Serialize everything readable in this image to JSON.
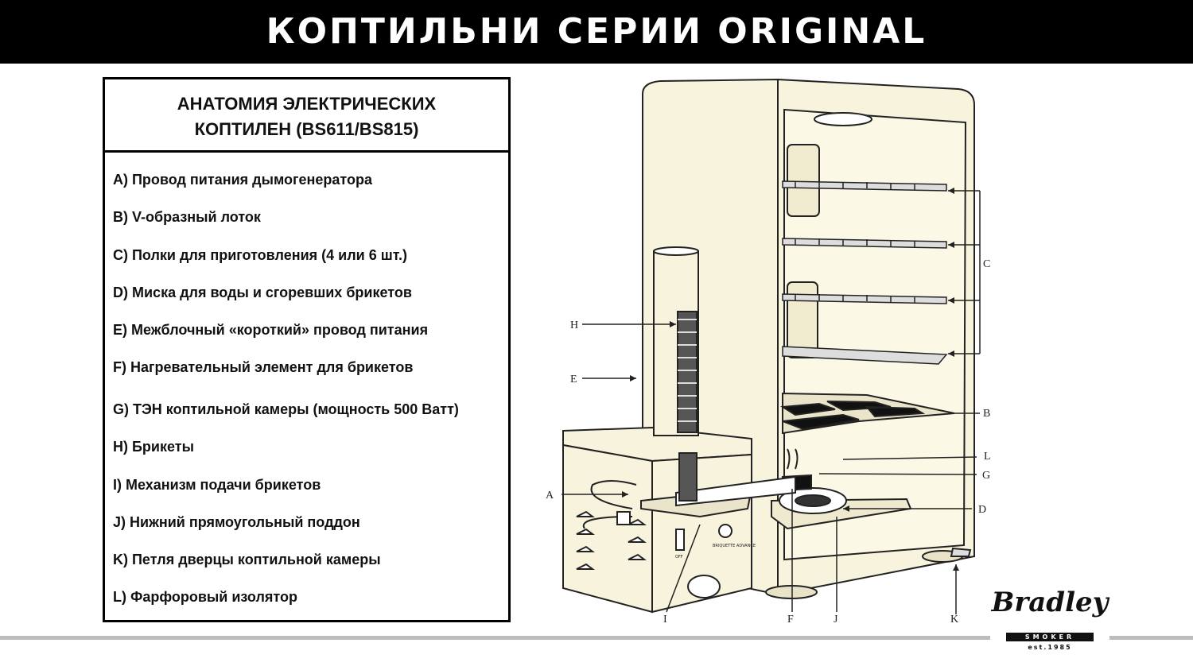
{
  "header": {
    "title": "КОПТИЛЬНИ СЕРИИ ORIGINAL"
  },
  "legend": {
    "heading_line1": "АНАТОМИЯ ЭЛЕКТРИЧЕСКИХ",
    "heading_line2": "КОПТИЛЕН (BS611/BS815)",
    "items": [
      "A) Провод питания дымогенератора",
      "B) V-образный лоток",
      "C) Полки для приготовления (4 или 6 шт.)",
      "D) Миска для воды и сгоревших брикетов",
      "E) Межблочный «короткий» провод питания",
      "F) Нагревательный элемент для брикетов",
      "G) ТЭН коптильной камеры  (мощность 500 Ватт)",
      "H) Брикеты",
      "I) Механизм подачи брикетов",
      "J) Нижний прямоугольный поддон",
      "K) Петля дверцы коптильной камеры",
      "L) Фарфоровый изолятор"
    ]
  },
  "diagram": {
    "callouts": [
      "A",
      "B",
      "C",
      "D",
      "E",
      "F",
      "G",
      "H",
      "I",
      "J",
      "K",
      "L"
    ],
    "labels": {
      "push": "OFF",
      "briquette": "BRIQUETTE ADVANCE"
    }
  },
  "logo": {
    "script": "Bradley",
    "band": "SMOKER",
    "est": "est.1985"
  },
  "colors": {
    "header_bg": "#000000",
    "header_text": "#ffffff",
    "cabinet_fill": "#f7f3dc",
    "rule": "#bdbdbd"
  }
}
